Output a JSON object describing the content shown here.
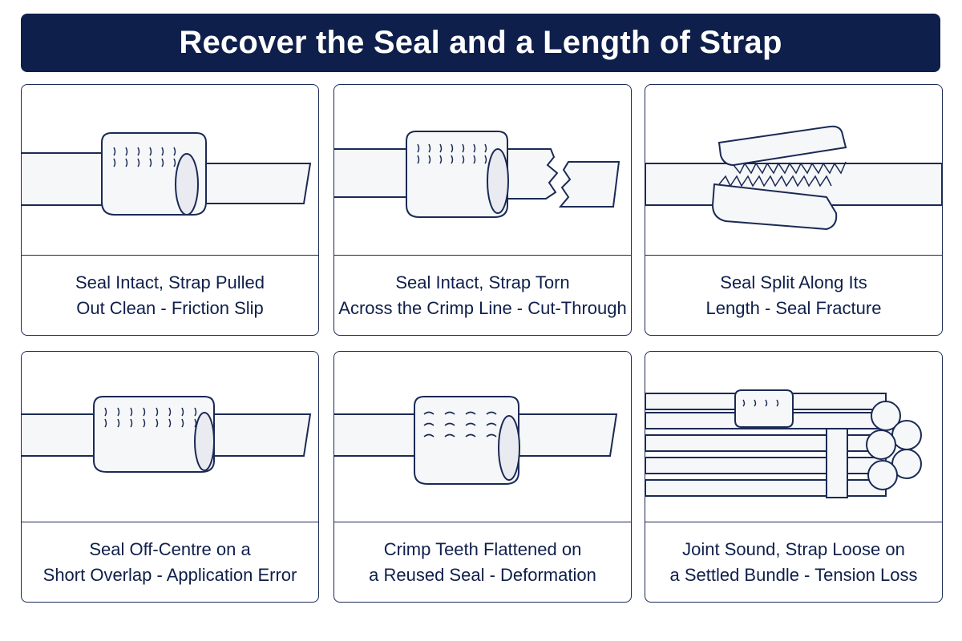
{
  "title": "Recover the Seal and a Length of Strap",
  "panels": [
    {
      "id": "friction-slip",
      "caption": [
        "Seal Intact, Strap Pulled",
        "Out Clean - Friction Slip"
      ]
    },
    {
      "id": "cut-through",
      "caption": [
        "Seal Intact, Strap Torn",
        "Across the Crimp Line - Cut-Through"
      ]
    },
    {
      "id": "seal-fracture",
      "caption": [
        "Seal Split Along Its",
        "Length - Seal Fracture"
      ]
    },
    {
      "id": "application-error",
      "caption": [
        "Seal Off-Centre on a",
        "Short Overlap - Application Error"
      ]
    },
    {
      "id": "deformation",
      "caption": [
        "Crimp Teeth Flattened on",
        "a Reused Seal - Deformation"
      ]
    },
    {
      "id": "tension-loss",
      "caption": [
        "Joint Sound, Strap Loose on",
        "a Settled Bundle - Tension Loss"
      ]
    }
  ],
  "colors": {
    "navy": "#0f1f4b",
    "line": "#1b2a55",
    "fill": "#f3f4f7"
  }
}
